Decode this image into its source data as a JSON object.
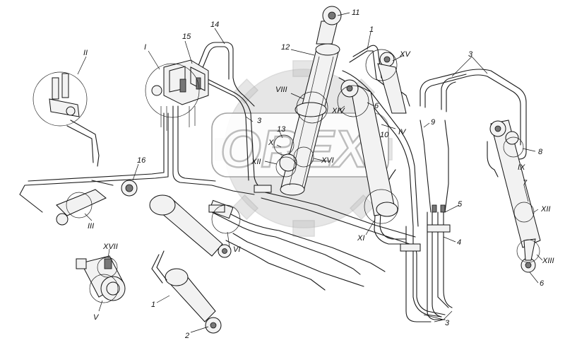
{
  "watermark": {
    "text": "OREX"
  },
  "callouts": {
    "n1a": "1",
    "n1b": "1",
    "n2": "2",
    "n3a": "3",
    "n3b": "3",
    "n3c": "3",
    "n4": "4",
    "n5": "5",
    "n6a": "6",
    "n6b": "6",
    "n7": "7",
    "n8": "8",
    "n9": "9",
    "n10": "10",
    "n11": "11",
    "n12": "12",
    "n13": "13",
    "n14": "14",
    "n15": "15",
    "n16": "16",
    "r1": "I",
    "r2": "II",
    "r3": "III",
    "r5": "V",
    "r6": "VI",
    "r8": "VIII",
    "r9": "IX",
    "r10": "X",
    "r11": "XI",
    "r12": "XII",
    "r12b": "XII",
    "r13": "XIII",
    "r14": "XIV",
    "r15": "XV",
    "r16": "XVI",
    "r17": "XVII",
    "r4": "IV"
  }
}
